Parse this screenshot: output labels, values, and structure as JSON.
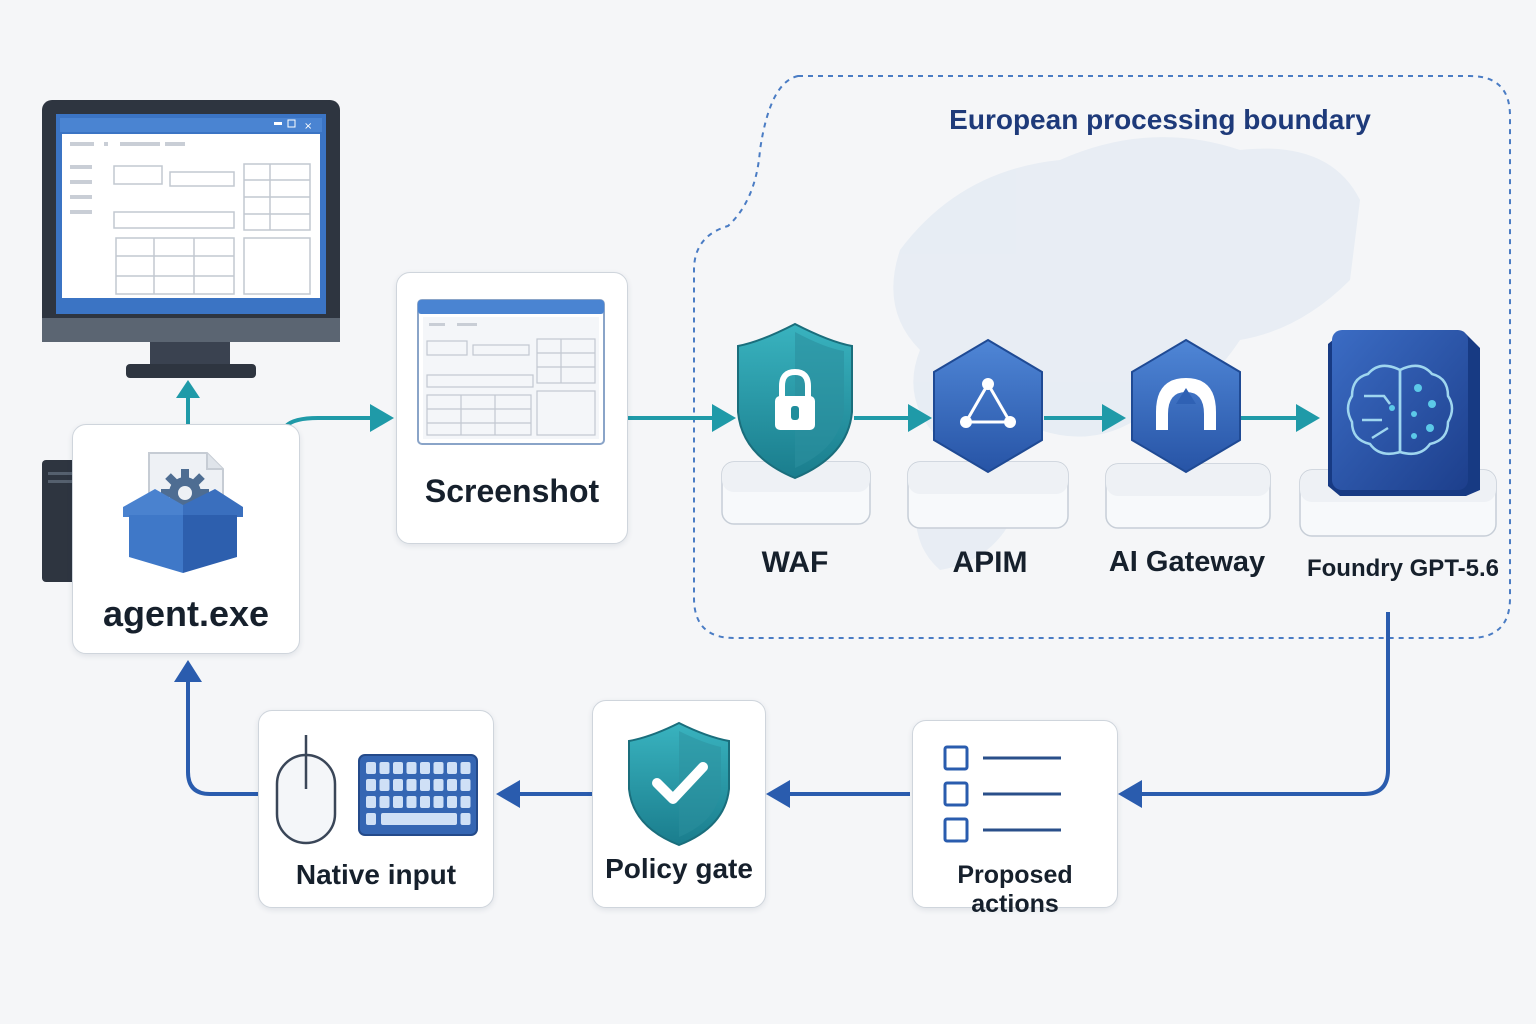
{
  "boundary": {
    "title": "European processing boundary"
  },
  "agent": {
    "label": "agent.exe"
  },
  "screenshot": {
    "label": "Screenshot"
  },
  "pipeline": {
    "waf": "WAF",
    "apim": "APIM",
    "gateway": "AI Gateway",
    "model": "Foundry GPT-5.6"
  },
  "actions": {
    "label": "Proposed actions"
  },
  "policy": {
    "label": "Policy gate"
  },
  "input": {
    "label": "Native input"
  },
  "colors": {
    "teal": "#1f9aa8",
    "blue": "#2a5cae",
    "navy": "#1e3a7a",
    "dashed": "#4a7cc4"
  },
  "icons": [
    "monitor-icon",
    "server-icon",
    "package-gear-icon",
    "screenshot-window-icon",
    "lock-shield-icon",
    "apim-hexagon-icon",
    "gateway-hexagon-icon",
    "brain-chip-icon",
    "checklist-icon",
    "check-shield-icon",
    "mouse-icon",
    "keyboard-icon"
  ]
}
